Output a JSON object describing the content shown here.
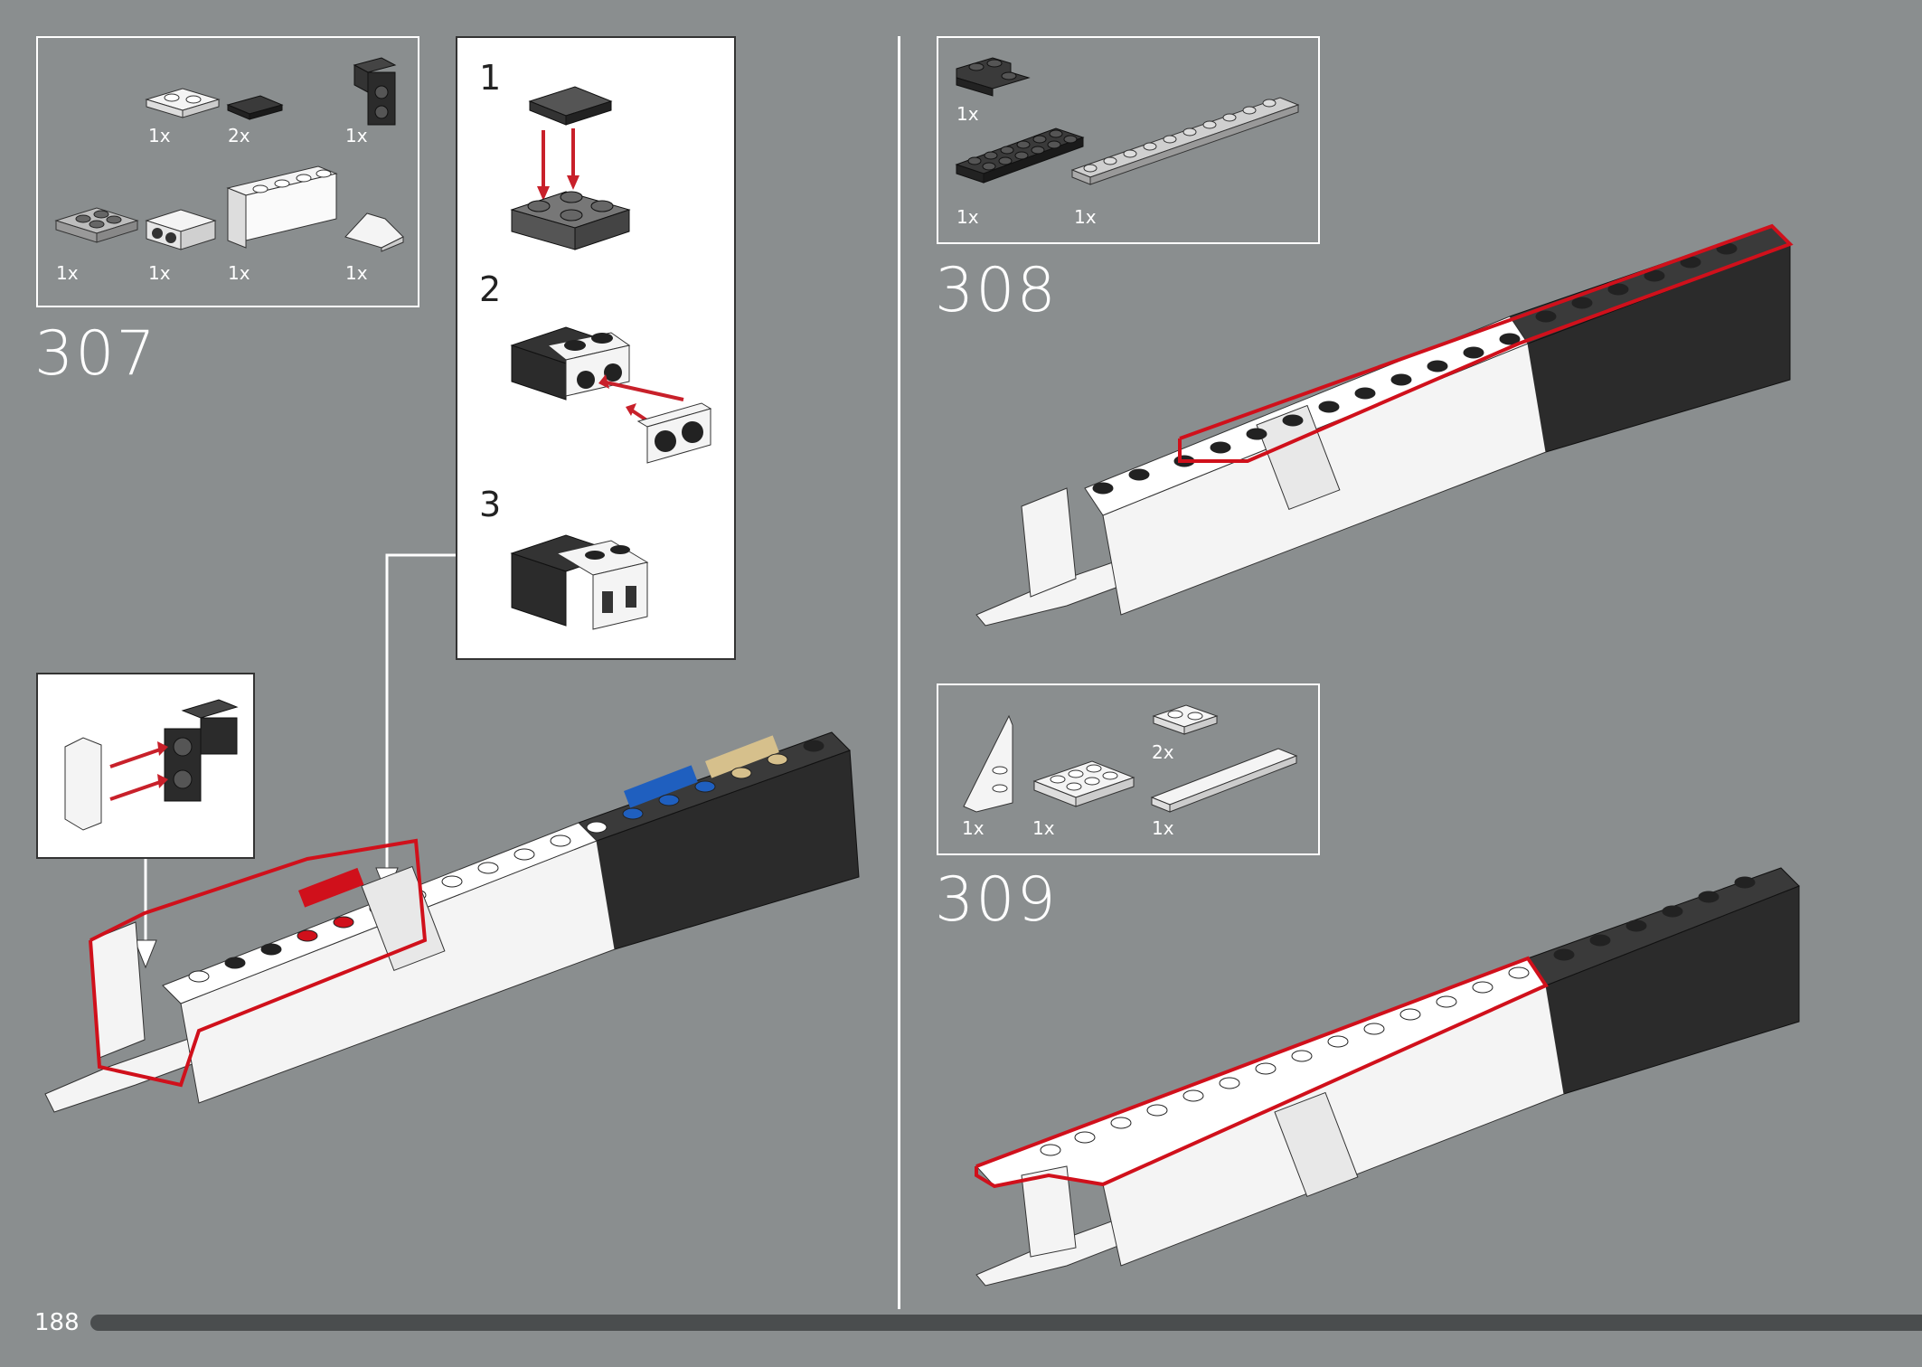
{
  "page_number": "188",
  "steps": [
    {
      "number": "307",
      "parts": [
        {
          "qty": "1x",
          "icon": "plate-1x2-white"
        },
        {
          "qty": "2x",
          "icon": "tile-1x2-grille-dark"
        },
        {
          "qty": "1x",
          "icon": "bracket-dark"
        },
        {
          "qty": "1x",
          "icon": "plate-2x2-gray"
        },
        {
          "qty": "1x",
          "icon": "brick-1x2-studs-side-white"
        },
        {
          "qty": "1x",
          "icon": "panel-1x4x2-white"
        },
        {
          "qty": "1x",
          "icon": "slope-white"
        }
      ],
      "substeps": [
        "1",
        "2",
        "3"
      ]
    },
    {
      "number": "308",
      "parts": [
        {
          "qty": "1x",
          "icon": "plate-corner-dark"
        },
        {
          "qty": "1x",
          "icon": "plate-2x6-dark"
        },
        {
          "qty": "1x",
          "icon": "plate-1x10-gray"
        }
      ]
    },
    {
      "number": "309",
      "parts": [
        {
          "qty": "1x",
          "icon": "wedge-plate-white"
        },
        {
          "qty": "1x",
          "icon": "plate-2x3-white"
        },
        {
          "qty": "2x",
          "icon": "plate-1x2-white"
        },
        {
          "qty": "1x",
          "icon": "tile-1x6-white"
        }
      ]
    }
  ],
  "colors": {
    "background": "#8a8e8f",
    "highlight": "#d0101b",
    "arrow": "#c8202a",
    "dark_brick": "#2b2b2b",
    "white_brick": "#f4f4f4",
    "blue_brick": "#1f5fbf",
    "tan_brick": "#d6c08c",
    "red_brick": "#d0101b"
  }
}
